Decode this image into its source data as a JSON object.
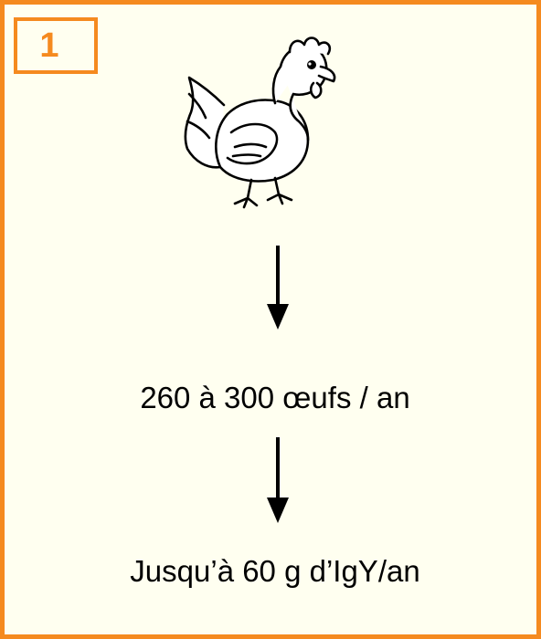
{
  "badge": {
    "number": "1"
  },
  "chicken": {
    "icon": "chicken-illustration"
  },
  "steps": [
    {
      "text": "260 à 300 œufs / an"
    },
    {
      "text": "Jusqu’à 60 g d’IgY/an"
    }
  ],
  "colors": {
    "accent": "#f58a1f",
    "background": "#fffff0",
    "text": "#000000"
  }
}
